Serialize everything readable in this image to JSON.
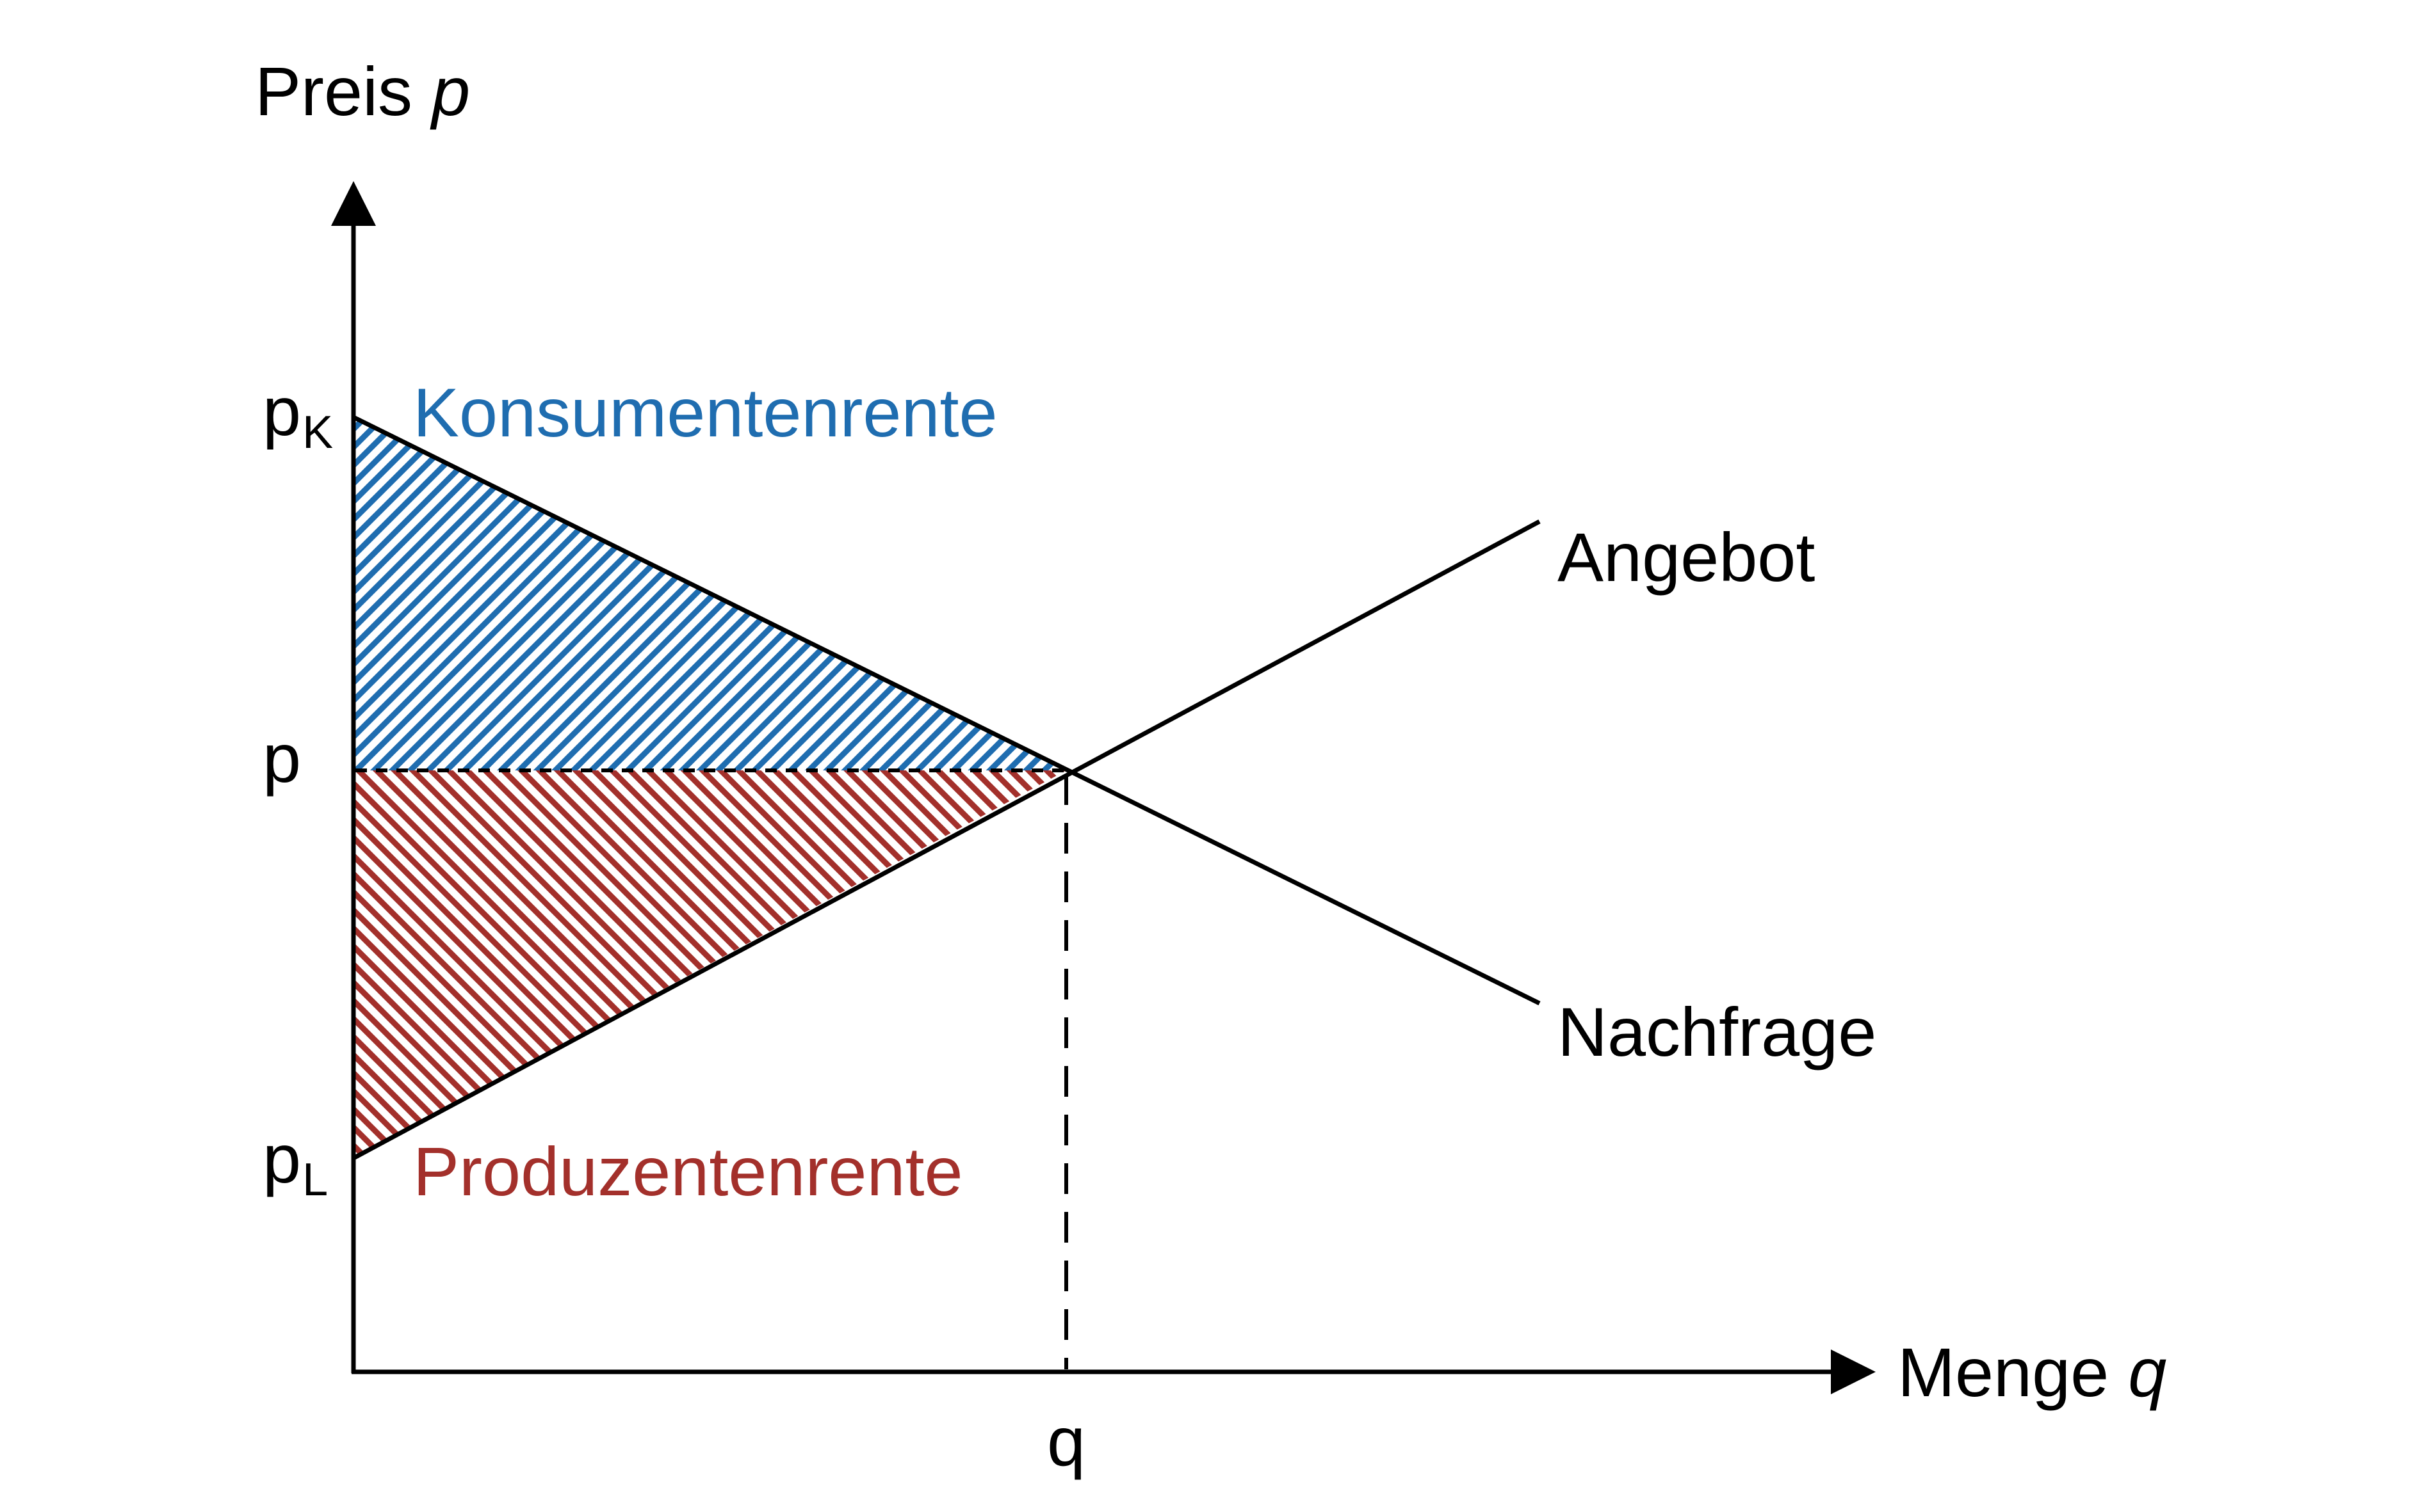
{
  "axes": {
    "y_label": "Preis",
    "y_var": "p",
    "x_label": "Menge",
    "x_var": "q"
  },
  "ticks": {
    "pk_main": "p",
    "pk_sub": "K",
    "p": "p",
    "pl_main": "p",
    "pl_sub": "L",
    "q": "q"
  },
  "curves": {
    "supply": "Angebot",
    "demand": "Nachfrage"
  },
  "areas": {
    "consumer_surplus": "Konsumentenrente",
    "producer_surplus": "Produzentenrente"
  },
  "colors": {
    "consumer": "#1f6db0",
    "producer": "#a3302b",
    "lines": "#000000"
  }
}
